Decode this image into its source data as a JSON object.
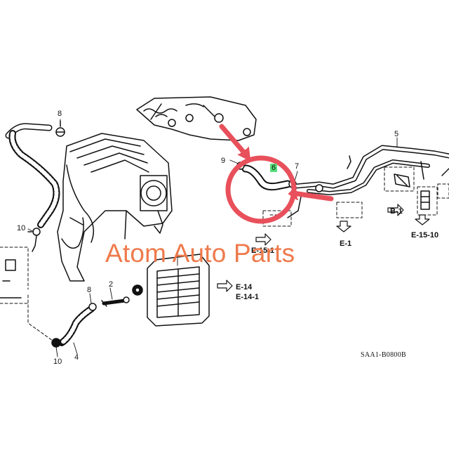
{
  "watermark": "Atom Auto Parts",
  "diagram_code": "SAA1-B0800B",
  "callouts": {
    "c8_top": "8",
    "c9": "9",
    "c6": "6",
    "c7": "7",
    "c5": "5",
    "c10_top": "10",
    "c1": "1",
    "c2": "2",
    "c8_bottom": "8",
    "c10_bottom": "10",
    "c4": "4"
  },
  "refs": {
    "b1": "B-1",
    "e15_10": "E-15-10",
    "e1": "E-1",
    "e15_1": "E-15-1",
    "e14": "E-14",
    "e14_1": "E-14-1"
  },
  "colors": {
    "highlight_circle": "#e8505b",
    "highlight_arrow": "#e8505b",
    "watermark": "#ee7a4c",
    "part_number_highlight": "#58e07a"
  }
}
